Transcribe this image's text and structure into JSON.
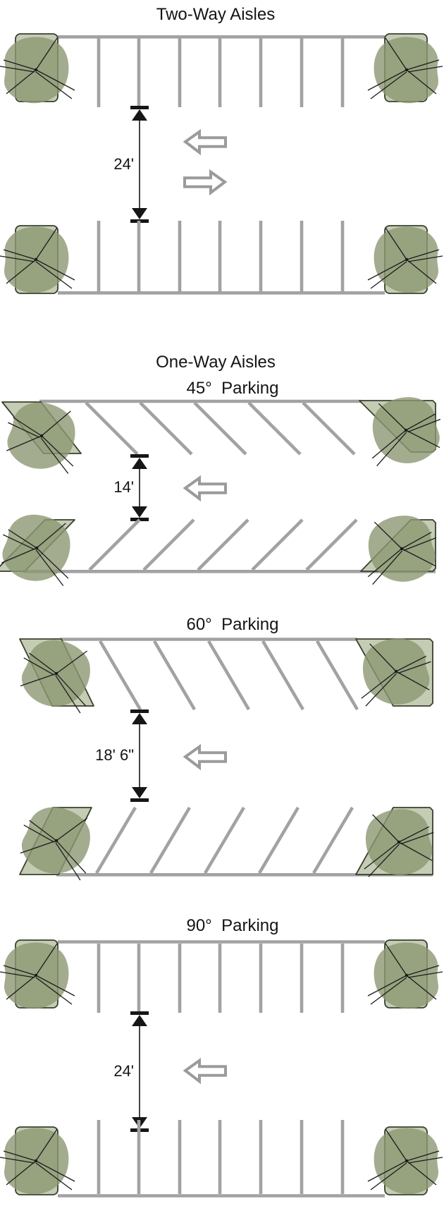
{
  "diagram": {
    "two_way": {
      "title": "Two-Way Aisles",
      "aisle_width": "24'",
      "direction_arrows": [
        "left",
        "right"
      ],
      "stall_angle": "90°"
    },
    "one_way": {
      "title": "One-Way Aisles",
      "p45": {
        "title": "45°  Parking",
        "aisle_width": "14'",
        "direction_arrow": "left"
      },
      "p60": {
        "title": "60°  Parking",
        "aisle_width": "18' 6\"",
        "direction_arrow": "left"
      },
      "p90": {
        "title": "90°  Parking",
        "aisle_width": "24'",
        "direction_arrow": "left"
      }
    },
    "colors": {
      "stripe_gray": "#a2a2a2",
      "arrow_gray": "#9b9b9b",
      "dimension_black": "#161616",
      "canopy_green": "#8c9772",
      "island_green": "#c4ccb4",
      "island_outline": "#39402f",
      "background": "#ffffff"
    }
  }
}
